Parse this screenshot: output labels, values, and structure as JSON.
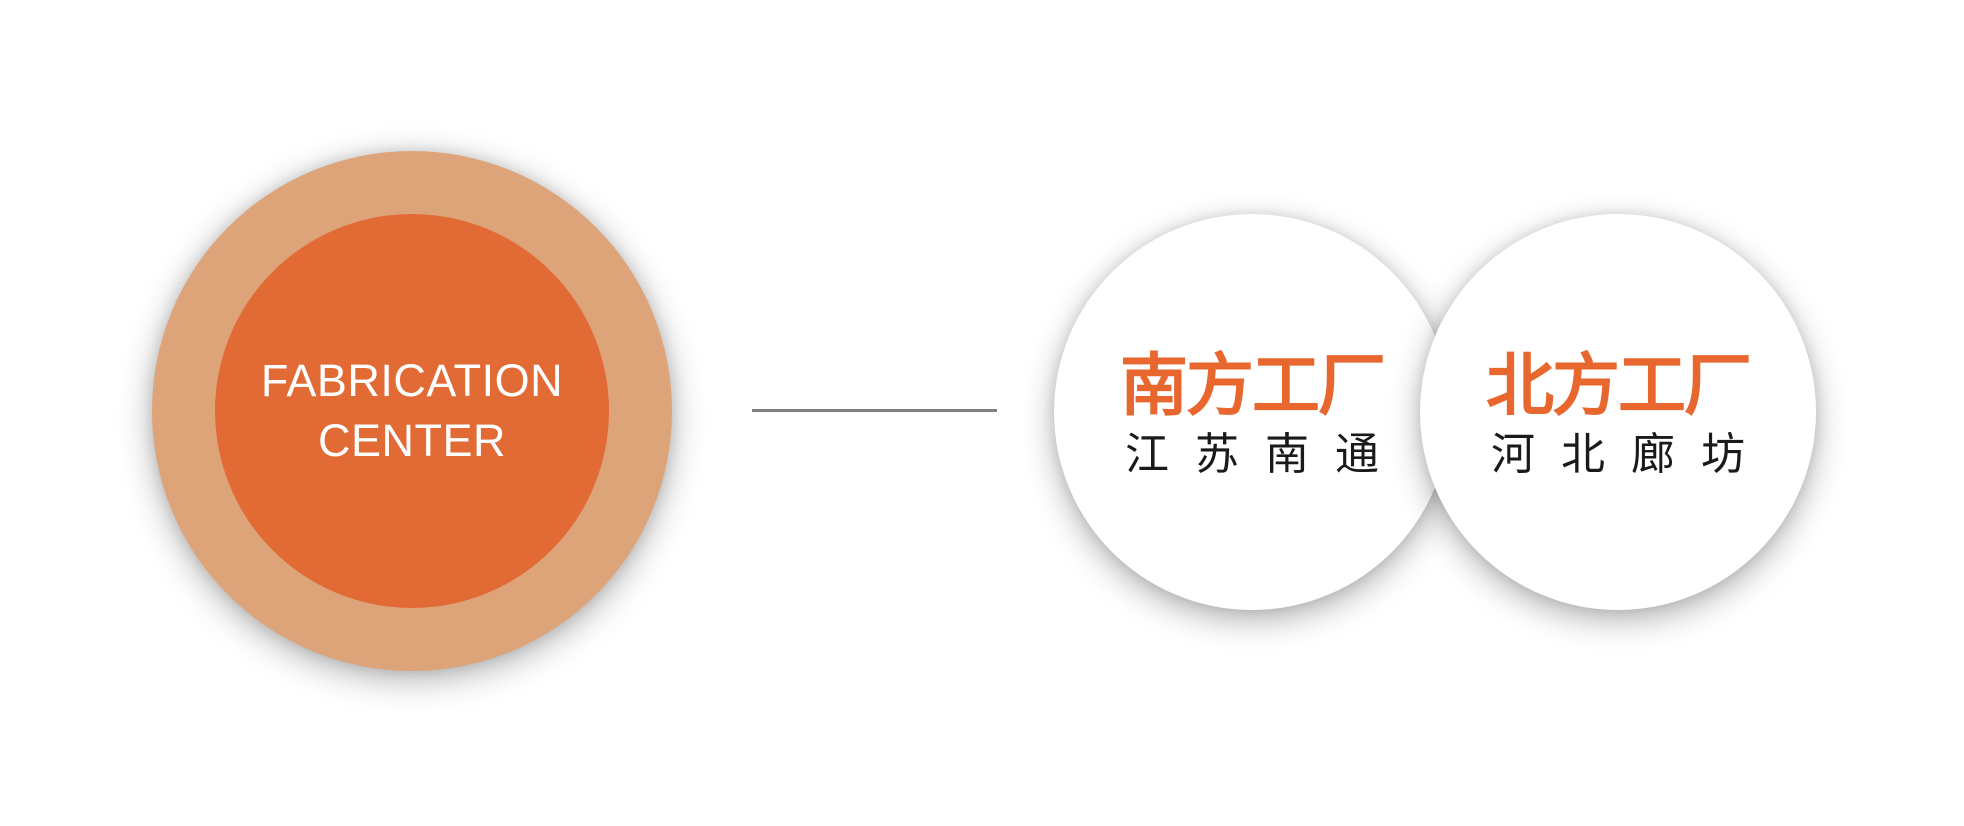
{
  "colors": {
    "outer_ring": "#dda47a",
    "inner_core": "#e26a35",
    "accent_text": "#e8672f",
    "connector": "#808080"
  },
  "hub": {
    "line1": "FABRICATION",
    "line2": "CENTER"
  },
  "factories": [
    {
      "name": "南方工厂",
      "location": "江苏南通"
    },
    {
      "name": "北方工厂",
      "location": "河北廊坊"
    }
  ]
}
